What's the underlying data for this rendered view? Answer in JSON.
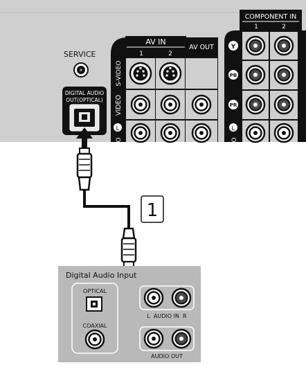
{
  "tv_panel": {
    "service_label": "SERVICE",
    "optical_label_line1": "DIGITAL AUDIO",
    "optical_label_line2": "OUT(OPTICAL)",
    "av_in_label": "AV IN",
    "av_in_ch1": "1",
    "av_in_ch2": "2",
    "av_out_label": "AV OUT",
    "svideo_label": "S-VIDEO",
    "video_label": "VIDEO",
    "audio_l_label": "L",
    "audio_row_label": "O",
    "component_label": "COMPONENT IN",
    "component_ch1": "1",
    "component_ch2": "2",
    "y_label": "Y",
    "pb_label": "PB",
    "pr_label": "PR",
    "comp_l_label": "L",
    "comp_row_label": "O"
  },
  "step": {
    "number": "1"
  },
  "receiver_panel": {
    "title": "Digital Audio Input",
    "optical_label": "OPTICAL",
    "coaxial_label": "COAXIAL",
    "audio_in_label": "L  AUDIO IN  R",
    "audio_out_label": "AUDIO OUT"
  },
  "colors": {
    "panel_gray": "#cfcfcf",
    "receiver_gray": "#b9b9b9",
    "black": "#111111"
  }
}
